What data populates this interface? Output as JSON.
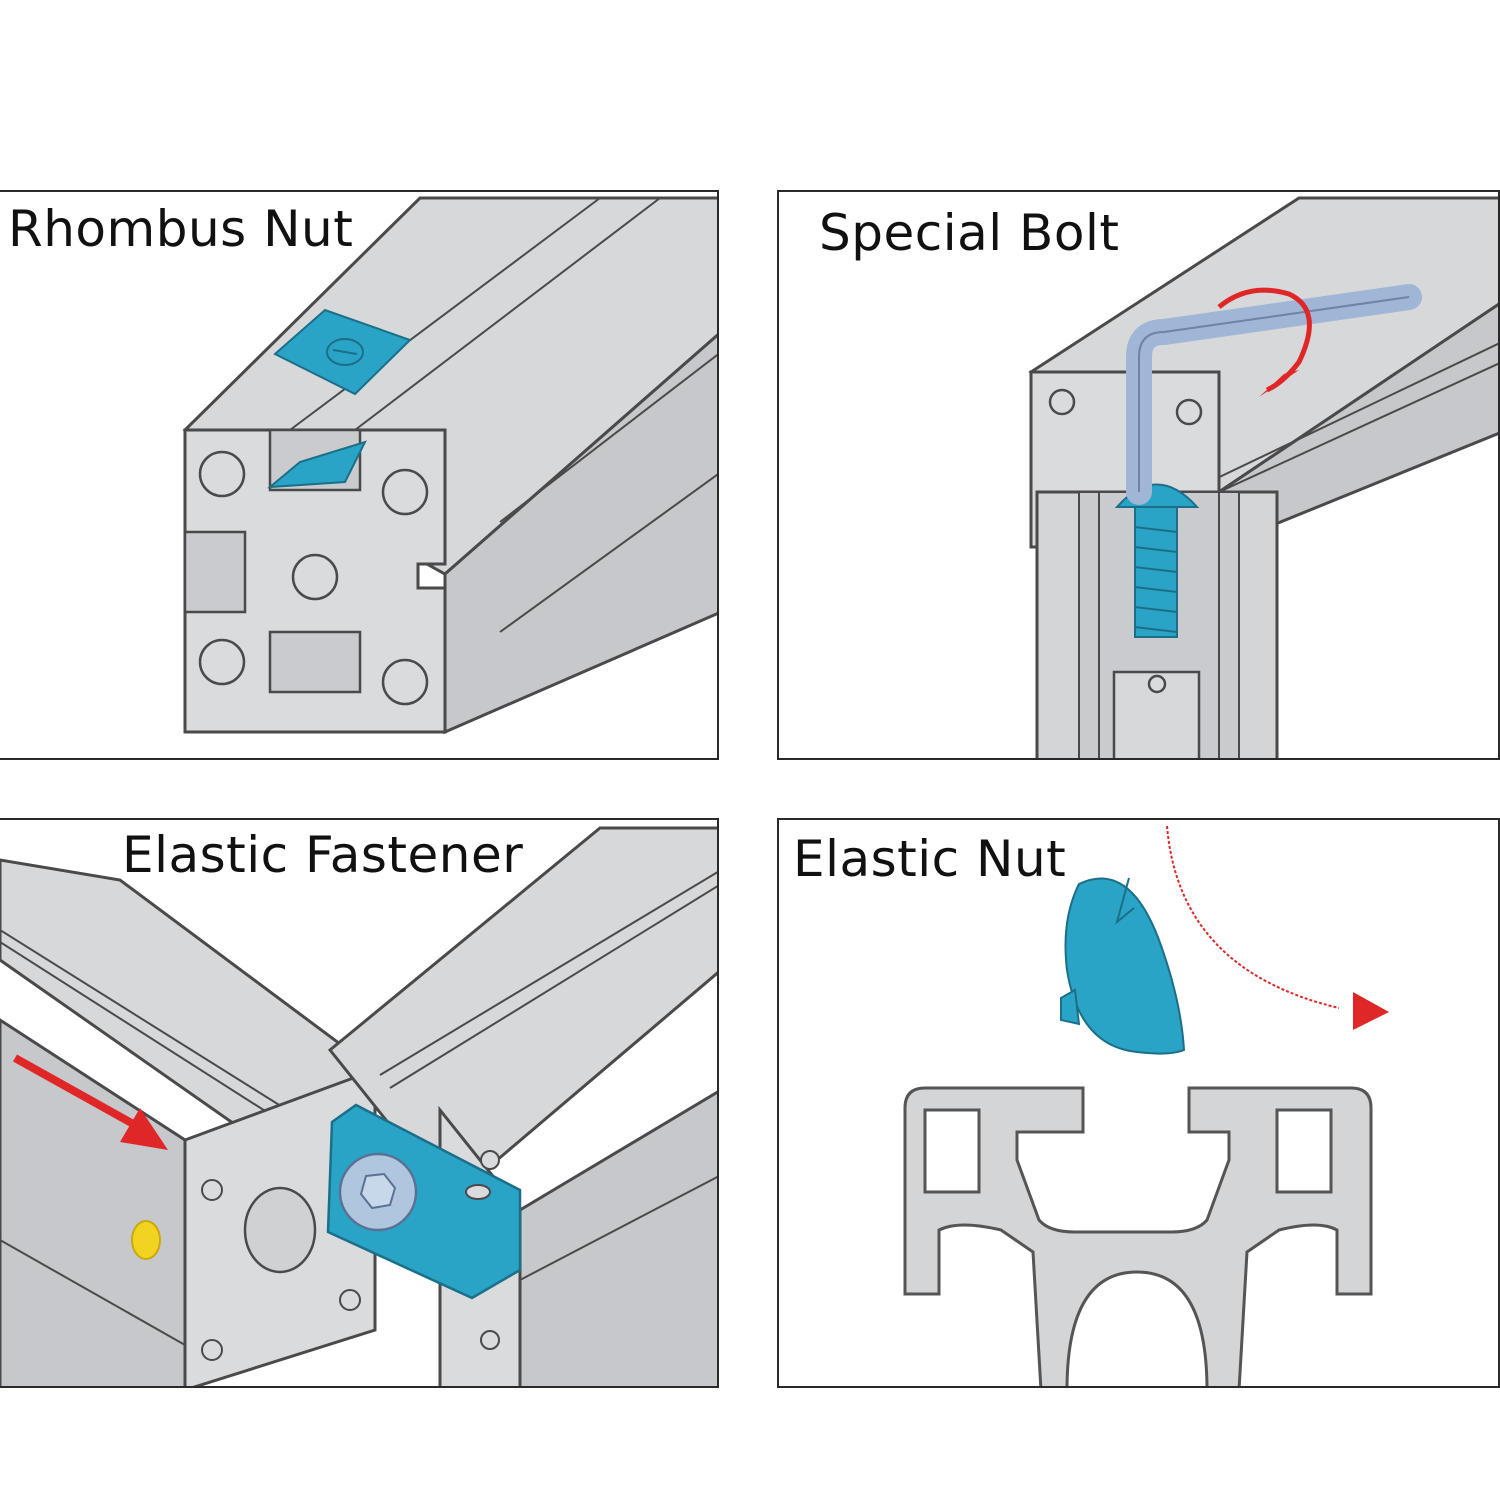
{
  "panels": [
    {
      "title": "Rhombus Nut"
    },
    {
      "title": "Special Bolt"
    },
    {
      "title": "Elastic Fastener"
    },
    {
      "title": "Elastic Nut"
    }
  ],
  "colors": {
    "aluminum": "#d3d5d7",
    "aluminum_dark": "#b6b8bb",
    "outline": "#4a4a4a",
    "fastener_blue": "#29a3c6",
    "arrow_red": "#e02727",
    "marker_yellow": "#f2d420"
  }
}
